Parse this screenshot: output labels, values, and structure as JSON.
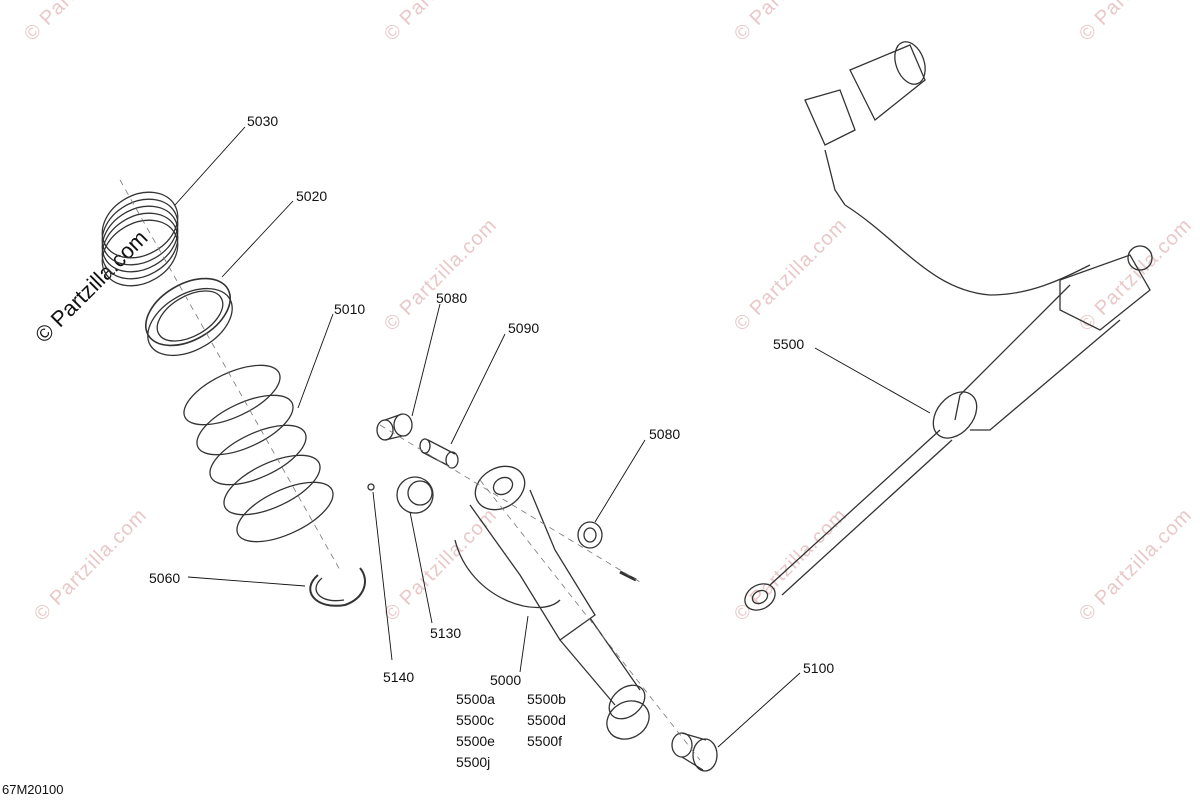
{
  "watermark": {
    "text": "© Partzilla.com",
    "primary_text": "© Partzilla.com"
  },
  "drawing_id": "67M20100",
  "callouts": {
    "p5030": "5030",
    "p5020": "5020",
    "p5010": "5010",
    "p5080a": "5080",
    "p5090": "5090",
    "p5080b": "5080",
    "p5500": "5500",
    "p5060": "5060",
    "p5130": "5130",
    "p5140": "5140",
    "p5000": "5000",
    "p5100": "5100",
    "p5500a": "5500a",
    "p5500b": "5500b",
    "p5500c": "5500c",
    "p5500d": "5500d",
    "p5500e": "5500e",
    "p5500f": "5500f",
    "p5500j": "5500j"
  }
}
